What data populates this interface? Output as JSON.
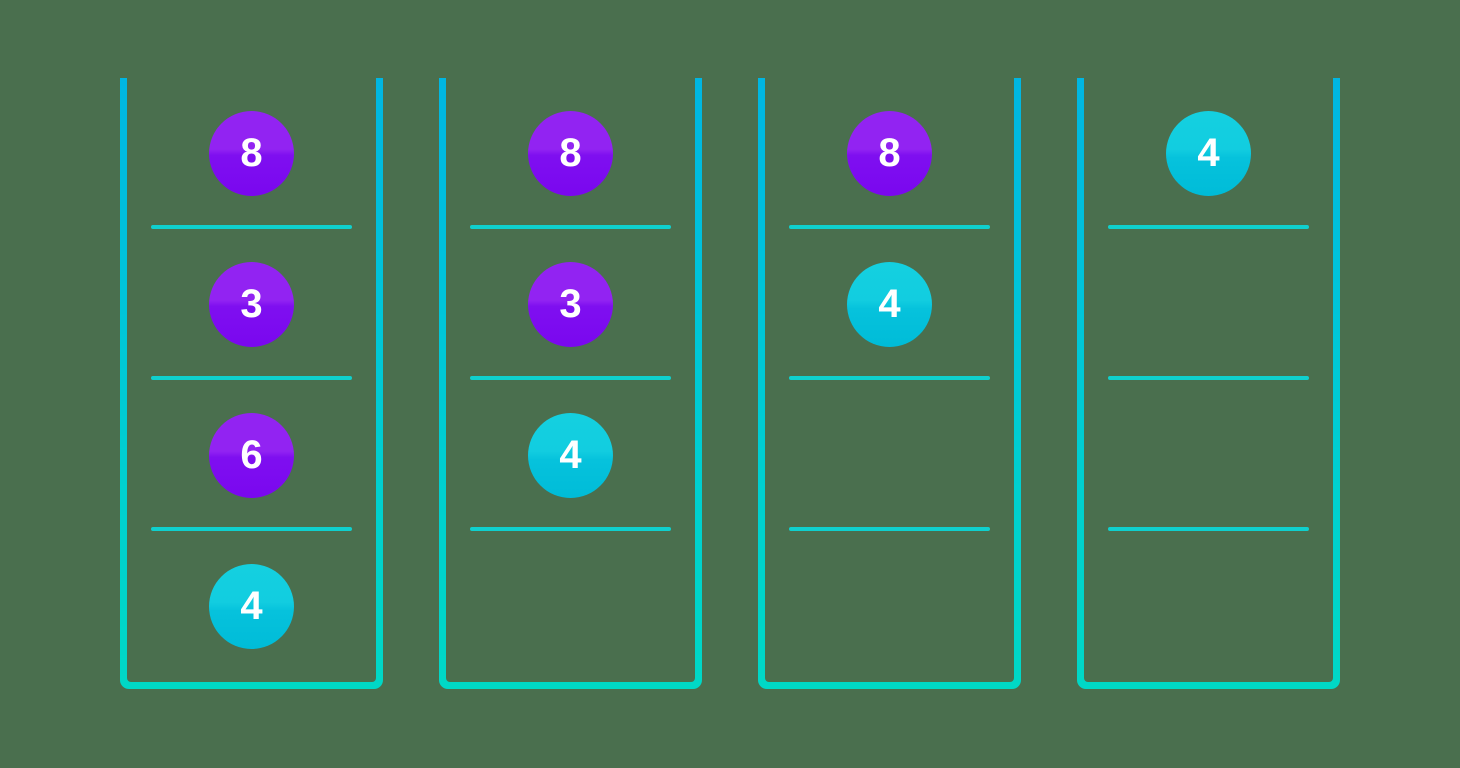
{
  "scene": {
    "name": "ball-sort-puzzle-board",
    "background_color": "#4A6F4E",
    "tube_border_gradient_top": "#00B6E2",
    "tube_border_gradient_bottom": "#00D8C6",
    "divider_color": "#0FD0CE",
    "ball_purple_color": "#8A1BF1",
    "ball_teal_color": "#0BC6DC",
    "ball_text_color": "#FFFFFF",
    "tube_count": 4,
    "slots_per_tube": 4
  },
  "tubes": [
    {
      "name": "tube-1",
      "slots": [
        {
          "value": "8",
          "color": "purple",
          "empty": false
        },
        {
          "value": "3",
          "color": "purple",
          "empty": false
        },
        {
          "value": "6",
          "color": "purple",
          "empty": false
        },
        {
          "value": "4",
          "color": "teal",
          "empty": false
        }
      ]
    },
    {
      "name": "tube-2",
      "slots": [
        {
          "value": "8",
          "color": "purple",
          "empty": false
        },
        {
          "value": "3",
          "color": "purple",
          "empty": false
        },
        {
          "value": "4",
          "color": "teal",
          "empty": false
        },
        {
          "value": "",
          "color": "none",
          "empty": true
        }
      ]
    },
    {
      "name": "tube-3",
      "slots": [
        {
          "value": "8",
          "color": "purple",
          "empty": false
        },
        {
          "value": "4",
          "color": "teal",
          "empty": false
        },
        {
          "value": "",
          "color": "none",
          "empty": true
        },
        {
          "value": "",
          "color": "none",
          "empty": true
        }
      ]
    },
    {
      "name": "tube-4",
      "slots": [
        {
          "value": "4",
          "color": "teal",
          "empty": false
        },
        {
          "value": "",
          "color": "none",
          "empty": true
        },
        {
          "value": "",
          "color": "none",
          "empty": true
        },
        {
          "value": "",
          "color": "none",
          "empty": true
        }
      ]
    }
  ]
}
